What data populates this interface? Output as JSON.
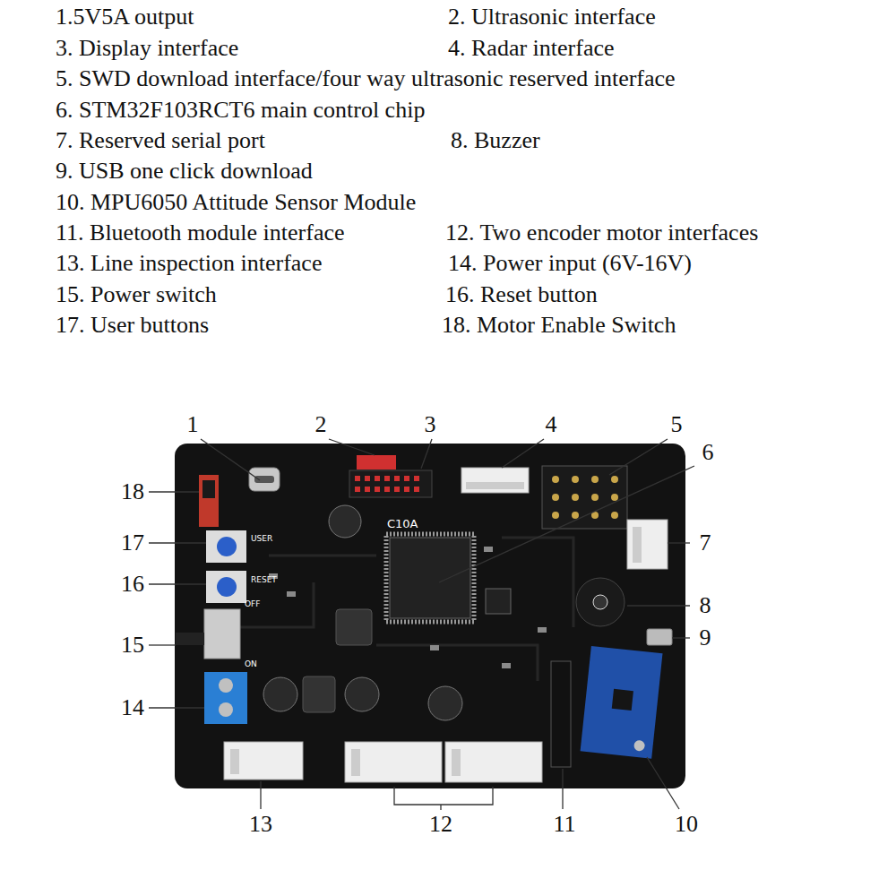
{
  "diagram": {
    "labels": [
      "1.5V5A output",
      "2. Ultrasonic interface",
      "3. Display interface",
      "4. Radar interface",
      "5. SWD download interface/four way ultrasonic reserved interface",
      "6. STM32F103RCT6 main control chip",
      "7. Reserved serial port",
      "8. Buzzer",
      "9. USB one click download",
      "10. MPU6050 Attitude Sensor Module",
      "11. Bluetooth module interface",
      "12. Two encoder motor interfaces",
      "13. Line inspection interface",
      "14. Power input (6V-16V)",
      "15. Power switch",
      "16. Reset button",
      "17. User buttons",
      "18. Motor Enable Switch",
      "1",
      "2",
      "3",
      "4",
      "5",
      "6",
      "7",
      "8",
      "9",
      "10",
      "11",
      "12",
      "13",
      "14",
      "15",
      "16",
      "17",
      "18",
      "C10A",
      "USER",
      "RESET",
      "ON",
      "OFF"
    ]
  }
}
